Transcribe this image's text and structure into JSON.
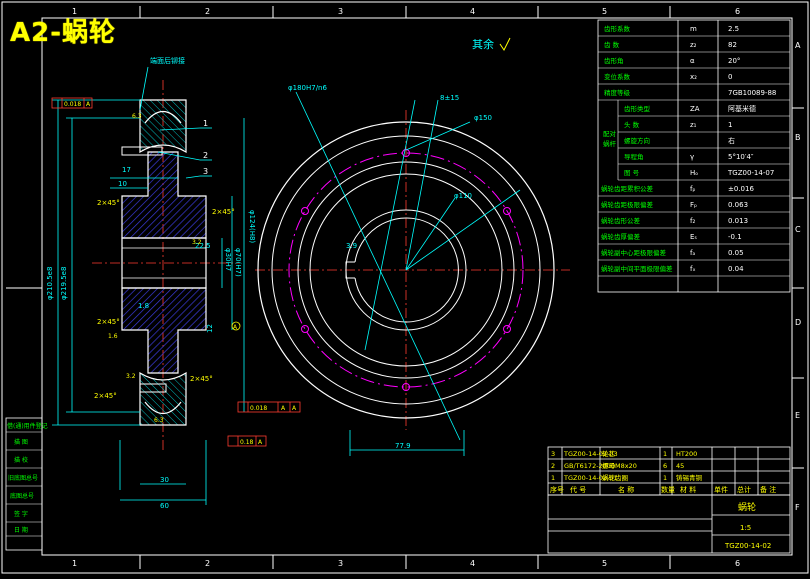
{
  "title": "A2-蜗轮",
  "zone_numbers": {
    "top": [
      "1",
      "2",
      "3",
      "4",
      "5",
      "6"
    ],
    "right": [
      "A",
      "B",
      "C",
      "D",
      "E",
      "F"
    ]
  },
  "finish_note": "其余",
  "notes": {
    "section_label": "端面后铆接",
    "keyway": "8±15",
    "bore_fit": "φ180H7/n6",
    "circle_150": "φ150",
    "circle_110": "φ110",
    "chamfer_1": "2×45°",
    "chamfer_2": "2×45°",
    "chamfer_3": "2×45°",
    "chamfer_4": "2×45°",
    "tol_runout_1": "0.018",
    "tol_runout_2": "0.018",
    "tol_runout_3": "0.18",
    "datum_a": "A",
    "dim_17": "17",
    "dim_10": "10",
    "dim_60": "60",
    "dim_30": "30",
    "dim_77": "77.9",
    "dim_3_9": "3.9",
    "dim_1_8": "1.8",
    "dim_12": "12",
    "dim_22_5": "22.5",
    "dim_left_1": "φ210.5e8",
    "dim_left_2": "φ219.5e8",
    "dim_mid_1": "φ124(H8)",
    "dim_mid_2": "φ70(H7)",
    "dim_mid_3": "φ30H7",
    "rough_1": "6.3",
    "rough_2": "3.2",
    "rough_3": "1.6",
    "rough_4": "3.2",
    "rough_5": "6.3",
    "part_nums": [
      "1",
      "2",
      "3"
    ]
  },
  "param_table": {
    "rows": [
      {
        "name": "齿形系数",
        "sym": "m",
        "val": "2.5"
      },
      {
        "name": "齿  数",
        "sym": "z₂",
        "val": "82"
      },
      {
        "name": "齿形角",
        "sym": "α",
        "val": "20°"
      },
      {
        "name": "变位系数",
        "sym": "x₂",
        "val": "0"
      },
      {
        "name": "精度等级",
        "sym": "",
        "val": "7GB10089-88"
      }
    ],
    "group_label": "配对蜗杆",
    "group_rows": [
      {
        "name": "齿形类型",
        "sym": "ZA",
        "val": "阿基米德"
      },
      {
        "name": "头  数",
        "sym": "z₁",
        "val": "1"
      },
      {
        "name": "螺旋方向",
        "sym": "",
        "val": "右"
      },
      {
        "name": "导程角",
        "sym": "γ",
        "val": "5°10′4″"
      },
      {
        "name": "图  号",
        "sym": "Hₒ",
        "val": "TGZ00-14-07"
      }
    ],
    "tail_rows": [
      {
        "name": "蜗轮齿距累积公差",
        "sym": "fₚ",
        "val": "±0.016"
      },
      {
        "name": "蜗轮齿距极限偏差",
        "sym": "Fₚ",
        "val": "0.063"
      },
      {
        "name": "蜗轮齿形公差",
        "sym": "f₂",
        "val": "0.013"
      },
      {
        "name": "蜗轮齿厚偏差",
        "sym": "Eₛ",
        "val": "-0.1"
      },
      {
        "name": "蜗轮副中心距极限偏差",
        "sym": "fₐ",
        "val": "0.05"
      },
      {
        "name": "蜗轮副中间平面极限偏差",
        "sym": "fₓ",
        "val": "0.04"
      }
    ]
  },
  "bom": {
    "rows": [
      {
        "no": "3",
        "code": "TGZ00-14-02-03",
        "name": "轮芯",
        "qty": "1",
        "mat": "HT200"
      },
      {
        "no": "2",
        "code": "GB/T6172-2000",
        "name": "螺母M8x20",
        "qty": "6",
        "mat": "45"
      },
      {
        "no": "1",
        "code": "TGZ00-14-02-01",
        "name": "蜗轮齿圈",
        "qty": "1",
        "mat": "铸锡青铜"
      }
    ],
    "header": [
      "序号",
      "代  号",
      "名  称",
      "数量",
      "材  料",
      "单件",
      "总计",
      "备  注"
    ],
    "part_name": "蜗轮",
    "drawing_no": "TGZ00-14-02",
    "scale": "1:5"
  },
  "left_stamps": [
    "借(通)用件登记",
    "描  图",
    "描  校",
    "旧底图总号",
    "底图总号",
    "签  字",
    "日  期"
  ],
  "colors": {
    "line": "#ffffff",
    "dim": "#00ffff",
    "hatch": "#3333cc",
    "accent": "#ff00ff",
    "yellow": "#ffff00",
    "green": "#00ff00",
    "red": "#ff3b30"
  }
}
